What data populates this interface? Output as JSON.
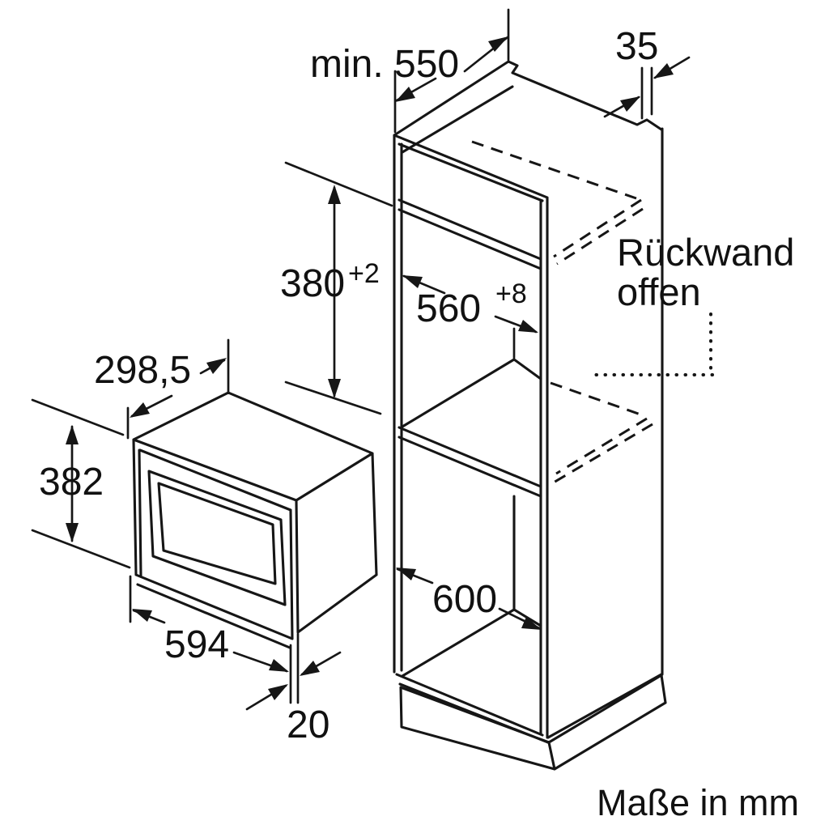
{
  "labels": {
    "niche_depth": "min. 550",
    "rear_top_gap": "35",
    "niche_height": "380",
    "niche_height_tolerance": "+2",
    "niche_width": "560",
    "niche_width_tolerance": "+8",
    "appliance_depth": "298,5",
    "appliance_height": "382",
    "appliance_width": "594",
    "door_overhang": "20",
    "lower_compartment_height": "600",
    "back_panel_note_line1": "Rückwand",
    "back_panel_note_line2": "offen",
    "units_note": "Maße in mm"
  },
  "colors": {
    "line": "#161616",
    "background": "#ffffff"
  }
}
